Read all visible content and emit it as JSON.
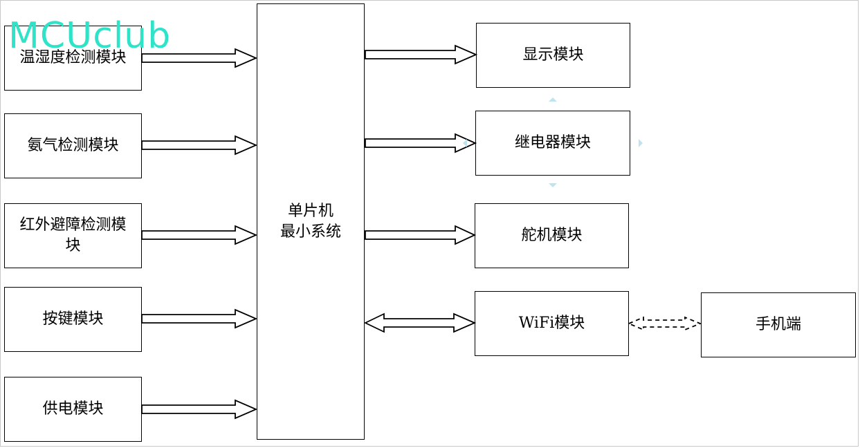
{
  "watermark": "MCUclub",
  "inputs": [
    {
      "id": "temp",
      "label": "温湿度检测模块"
    },
    {
      "id": "ammonia",
      "label": "氨气检测模块"
    },
    {
      "id": "ir",
      "label_line1": "红外避障检测模",
      "label_line2": "块"
    },
    {
      "id": "keys",
      "label": "按键模块"
    },
    {
      "id": "power",
      "label": "供电模块"
    }
  ],
  "mcu": {
    "line1": "单片机",
    "line2": "最小系统"
  },
  "outputs": [
    {
      "id": "display",
      "label": "显示模块"
    },
    {
      "id": "relay",
      "label": "继电器模块"
    },
    {
      "id": "servo",
      "label": "舵机模块"
    },
    {
      "id": "wifi",
      "label": "WiFi模块"
    }
  ],
  "phone": {
    "label": "手机端"
  },
  "colors": {
    "border": "#000000",
    "watermark": "#2fe3c8",
    "faint_marker": "#bfe4f0"
  }
}
